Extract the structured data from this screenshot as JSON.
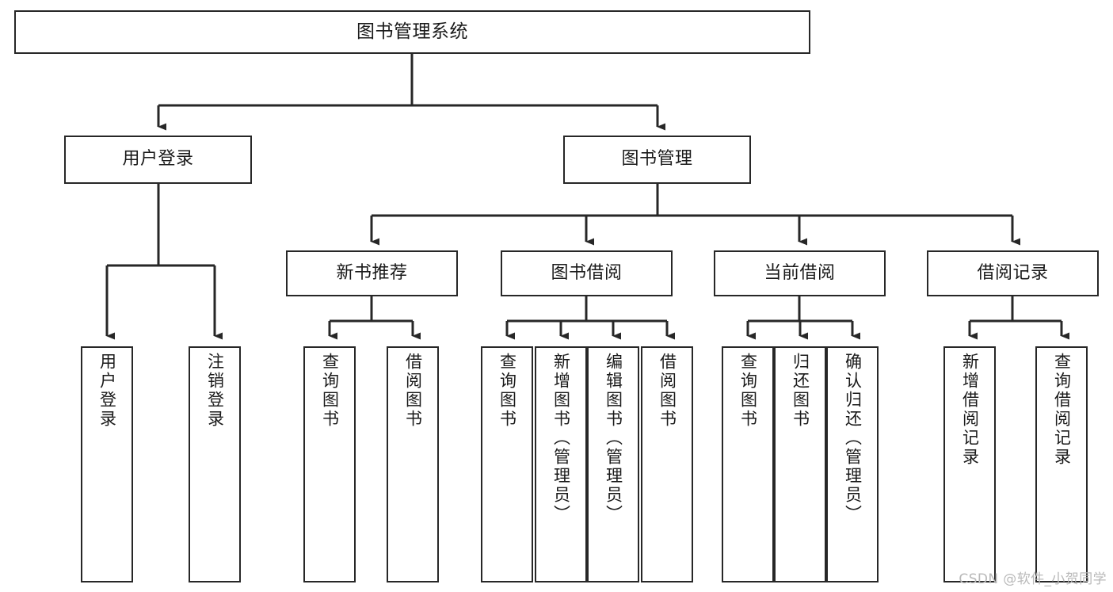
{
  "diagram": {
    "title": "图书管理系统",
    "type": "tree-hierarchy-chart",
    "colors": {
      "box_border": "#272727",
      "box_fill": "#ffffff",
      "connector": "#272727",
      "text": "#1a1a1a",
      "watermark": "#b9b9b9",
      "background": "#ffffff"
    },
    "watermark": "CSDN @软件_小贺同学"
  },
  "nodes": {
    "root": {
      "label": "图书管理系统"
    },
    "level2": [
      {
        "label": "用户登录"
      },
      {
        "label": "图书管理"
      }
    ],
    "level3": [
      {
        "label": "新书推荐"
      },
      {
        "label": "图书借阅"
      },
      {
        "label": "当前借阅"
      },
      {
        "label": "借阅记录"
      }
    ],
    "leaves_user_login": [
      {
        "label": "用户登录"
      },
      {
        "label": "注销登录"
      }
    ],
    "leaves_new_book": [
      {
        "label": "查询图书"
      },
      {
        "label": "借阅图书"
      }
    ],
    "leaves_borrow": [
      {
        "label": "查询图书"
      },
      {
        "label": "新增图书（管理员）"
      },
      {
        "label": "编辑图书（管理员）"
      },
      {
        "label": "借阅图书"
      }
    ],
    "leaves_current": [
      {
        "label": "查询图书"
      },
      {
        "label": "归还图书"
      },
      {
        "label": "确认归还（管理员）"
      }
    ],
    "leaves_records": [
      {
        "label": "新增借阅记录"
      },
      {
        "label": "查询借阅记录"
      }
    ]
  }
}
